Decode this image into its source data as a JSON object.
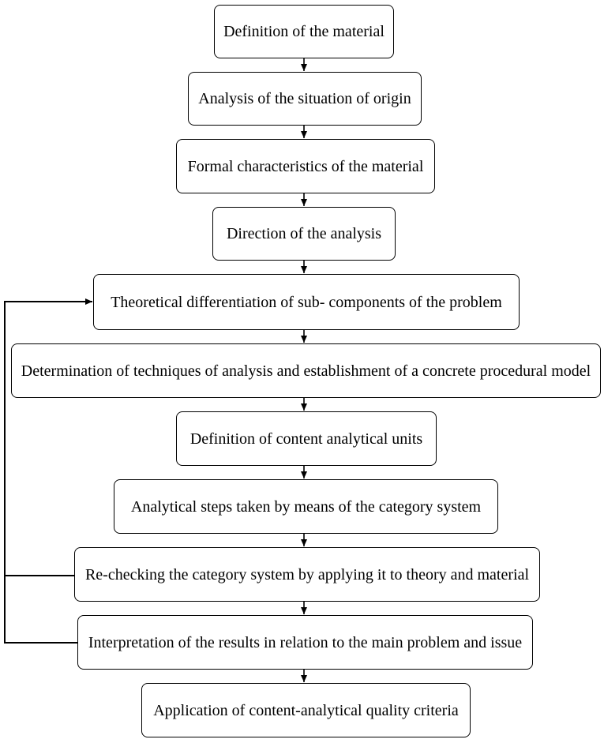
{
  "diagram": {
    "nodes": [
      {
        "id": "n1",
        "text": "Definition of the material"
      },
      {
        "id": "n2",
        "text": "Analysis of the situation of origin"
      },
      {
        "id": "n3",
        "text": "Formal characteristics of the material"
      },
      {
        "id": "n4",
        "text": "Direction of the analysis"
      },
      {
        "id": "n5",
        "text": "Theoretical differentiation of sub- components of the problem"
      },
      {
        "id": "n6",
        "text": "Determination of techniques of analysis and establishment of a concrete procedural model"
      },
      {
        "id": "n7",
        "text": "Definition of content analytical units"
      },
      {
        "id": "n8",
        "text": "Analytical steps taken by means of the category system"
      },
      {
        "id": "n9",
        "text": "Re-checking the category system by applying it to theory and material"
      },
      {
        "id": "n10",
        "text": "Interpretation of the results in relation to the main problem and issue"
      },
      {
        "id": "n11",
        "text": "Application of content-analytical quality criteria"
      }
    ],
    "edges": [
      {
        "from": "n1",
        "to": "n2"
      },
      {
        "from": "n2",
        "to": "n3"
      },
      {
        "from": "n3",
        "to": "n4"
      },
      {
        "from": "n4",
        "to": "n5"
      },
      {
        "from": "n5",
        "to": "n6"
      },
      {
        "from": "n6",
        "to": "n7"
      },
      {
        "from": "n7",
        "to": "n8"
      },
      {
        "from": "n8",
        "to": "n9"
      },
      {
        "from": "n9",
        "to": "n10"
      },
      {
        "from": "n10",
        "to": "n11"
      },
      {
        "from": "n9",
        "to": "n5",
        "type": "feedback"
      },
      {
        "from": "n10",
        "to": "n5",
        "type": "feedback"
      }
    ]
  }
}
